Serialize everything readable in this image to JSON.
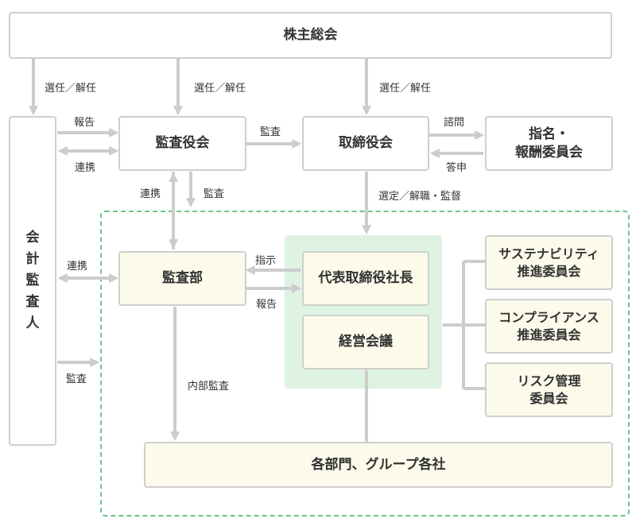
{
  "nodes": {
    "shareholders": "株主総会",
    "audit_board": "監査役会",
    "board": "取締役会",
    "nomination_committee_line1": "指名・",
    "nomination_committee_line2": "報酬委員会",
    "accounting_auditor": [
      "会",
      "計",
      "監",
      "査",
      "人"
    ],
    "internal_audit": "監査部",
    "ceo": "代表取締役社長",
    "management_meeting": "経営会議",
    "sustainability_committee_line1": "サステナビリティ",
    "sustainability_committee_line2": "推進委員会",
    "compliance_committee_line1": "コンプライアンス",
    "compliance_committee_line2": "推進委員会",
    "risk_committee_line1": "リスク管理",
    "risk_committee_line2": "委員会",
    "departments": "各部門、グループ各社"
  },
  "labels": {
    "elect_dismiss_auditor": "選任／解任",
    "elect_dismiss_audit_board": "選任／解任",
    "elect_dismiss_board": "選任／解任",
    "report_to_audit_board": "報告",
    "cooperation_audit_board": "連携",
    "audit_board_to_board": "監査",
    "consult": "諮問",
    "answer": "答申",
    "cooperation_internal_audit": "連携",
    "audit_by_audit_board": "監査",
    "select_dismiss_supervise": "選定／解職・監督",
    "cooperation_auditor": "連携",
    "instruct": "指示",
    "report_to_internal_audit": "報告",
    "auditor_audit": "監査",
    "internal_audit_action": "内部監査"
  },
  "colors": {
    "box_border": "#cfcfcf",
    "line": "#cccccc",
    "cream_fill": "#fcfaea",
    "green_fill": "#def3e2",
    "dashed_green": "#6cc28b"
  }
}
